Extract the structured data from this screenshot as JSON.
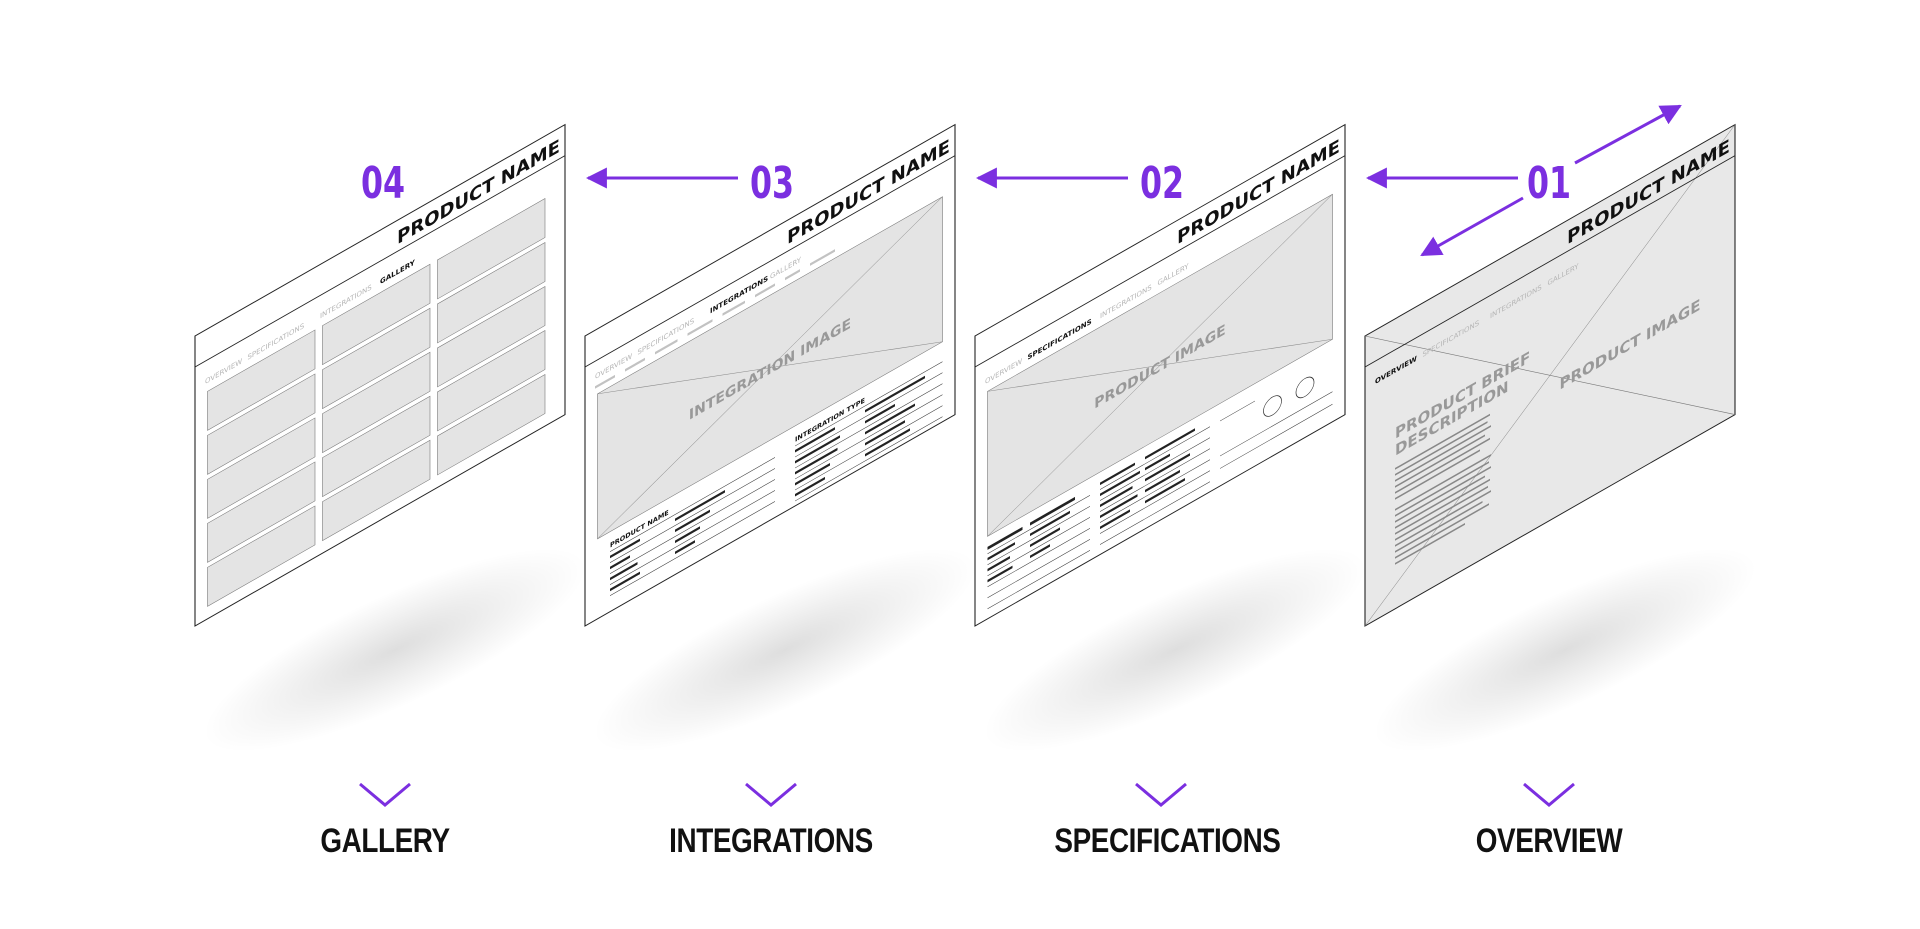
{
  "colors": {
    "accent": "#7b2fe0",
    "ink": "#111111",
    "placeholder": "#e4e4e4",
    "muted": "#b5b5b5"
  },
  "steps": [
    {
      "number": "01",
      "label": "OVERVIEW",
      "page": {
        "product_name": "PRODUCT NAME",
        "nav": [
          "OVERVIEW",
          "SPECIFICATIONS",
          "INTEGRATIONS",
          "GALLERY"
        ],
        "active_nav": "OVERVIEW",
        "image_label": "PRODUCT IMAGE",
        "brief_heading_line1": "PRODUCT BRIEF",
        "brief_heading_line2": "DESCRIPTION"
      }
    },
    {
      "number": "02",
      "label": "SPECIFICATIONS",
      "page": {
        "product_name": "PRODUCT NAME",
        "nav": [
          "OVERVIEW",
          "SPECIFICATIONS",
          "INTEGRATIONS",
          "GALLERY"
        ],
        "active_nav": "SPECIFICATIONS",
        "image_label": "PRODUCT IMAGE"
      }
    },
    {
      "number": "03",
      "label": "INTEGRATIONS",
      "page": {
        "product_name": "PRODUCT NAME",
        "nav": [
          "OVERVIEW",
          "SPECIFICATIONS",
          "INTEGRATIONS",
          "GALLERY"
        ],
        "active_nav": "INTEGRATIONS",
        "image_label": "INTEGRATION IMAGE",
        "table_heading_1": "PRODUCT NAME",
        "table_heading_2": "INTEGRATION TYPE"
      }
    },
    {
      "number": "04",
      "label": "GALLERY",
      "page": {
        "product_name": "PRODUCT NAME",
        "nav": [
          "OVERVIEW",
          "SPECIFICATIONS",
          "INTEGRATIONS",
          "GALLERY"
        ],
        "active_nav": "GALLERY"
      }
    }
  ]
}
